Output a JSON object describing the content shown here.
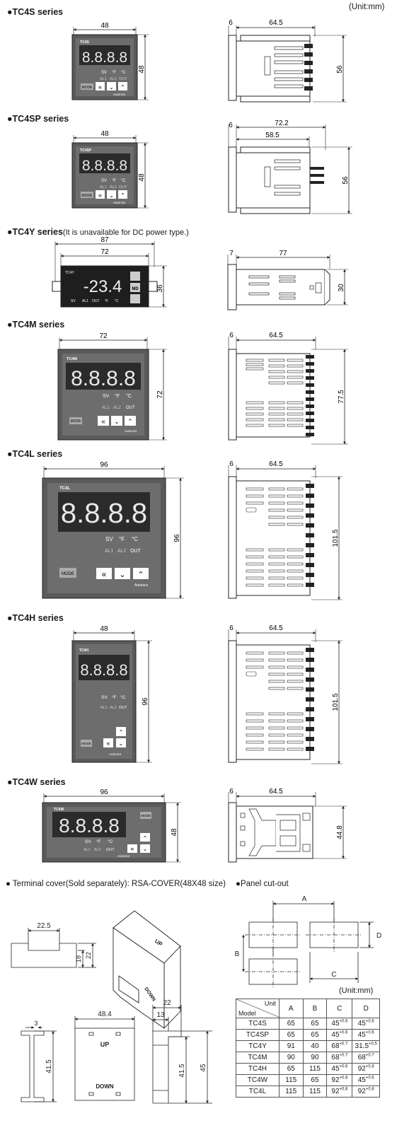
{
  "unit_label": "(Unit:mm)",
  "brand": "Autonics",
  "panel_labels": {
    "sv": "SV",
    "f": "°F",
    "c": "°C",
    "al1": "AL1",
    "al2": "AL2",
    "out": "OUT",
    "mode": "MODE",
    "md": "MD"
  },
  "sections": [
    {
      "id": "tc4s",
      "title": "●TC4S series",
      "model": "TC4S",
      "digits": "8.8.8.8",
      "front_w": "48",
      "front_h": "48",
      "side_a": "6",
      "side_b": "64.5",
      "side_h": "56"
    },
    {
      "id": "tc4sp",
      "title": "●TC4SP series",
      "model": "TC4SP",
      "digits": "8.8.8.8",
      "front_w": "48",
      "front_h": "48",
      "side_a": "6",
      "side_b": "72.2",
      "side_c": "58.5",
      "side_h": "56"
    },
    {
      "id": "tc4y",
      "title": "●TC4Y series",
      "note": "(It is unavailable for DC power type.)",
      "model": "TC4Y",
      "digits": "-23.4",
      "front_w_outer": "87",
      "front_w": "72",
      "front_h": "36",
      "side_a": "7",
      "side_b": "77",
      "side_h": "30"
    },
    {
      "id": "tc4m",
      "title": "●TC4M series",
      "model": "TC4M",
      "digits": "8.8.8.8",
      "front_w": "72",
      "front_h": "72",
      "side_a": "6",
      "side_b": "64.5",
      "side_h": "77.5"
    },
    {
      "id": "tc4l",
      "title": "●TC4L series",
      "model": "TC4L",
      "digits": "8.8.8.8",
      "front_w": "96",
      "front_h": "96",
      "side_a": "6",
      "side_b": "64.5",
      "side_h": "101.5"
    },
    {
      "id": "tc4h",
      "title": "●TC4H series",
      "model": "TC4H",
      "digits": "8.8.8.8",
      "front_w": "48",
      "front_h": "96",
      "side_a": "6",
      "side_b": "64.5",
      "side_h": "101.5"
    },
    {
      "id": "tc4w",
      "title": "●TC4W series",
      "model": "TC4W",
      "digits": "8.8.8.8",
      "front_w": "96",
      "front_h": "48",
      "side_a": "6",
      "side_b": "64.5",
      "side_h": "44.8"
    }
  ],
  "terminal_cover": {
    "title": "● Terminal cover(Sold separately): RSA-COVER(48X48 size)",
    "dims": {
      "w1": "22.5",
      "h1": "18",
      "h2": "22",
      "t": "3",
      "w2": "48.4",
      "h3": "41.5",
      "w3": "22",
      "w4": "13",
      "h4": "41.5",
      "h5": "45"
    },
    "up": "UP",
    "down": "DOWN"
  },
  "panel_cutout": {
    "title": "●Panel cut-out",
    "labels": {
      "a": "A",
      "b": "B",
      "c": "C",
      "d": "D"
    },
    "unit_label": "(Unit:mm)",
    "header": {
      "unit": "Unit",
      "model": "Model",
      "a": "A",
      "b": "B",
      "c": "C",
      "d": "D"
    },
    "rows": [
      {
        "model": "TC4S",
        "a": "65",
        "b": "65",
        "c": "45",
        "c_tol": "+0.6",
        "d": "45",
        "d_tol": "+0.6"
      },
      {
        "model": "TC4SP",
        "a": "65",
        "b": "65",
        "c": "45",
        "c_tol": "+0.6",
        "d": "45",
        "d_tol": "+0.6"
      },
      {
        "model": "TC4Y",
        "a": "91",
        "b": "40",
        "c": "68",
        "c_tol": "+0.7",
        "d": "31.5",
        "d_tol": "+0.5"
      },
      {
        "model": "TC4M",
        "a": "90",
        "b": "90",
        "c": "68",
        "c_tol": "+0.7",
        "d": "68",
        "d_tol": "+0.7"
      },
      {
        "model": "TC4H",
        "a": "65",
        "b": "115",
        "c": "45",
        "c_tol": "+0.6",
        "d": "92",
        "d_tol": "+0.8"
      },
      {
        "model": "TC4W",
        "a": "115",
        "b": "65",
        "c": "92",
        "c_tol": "+0.8",
        "d": "45",
        "d_tol": "+0.6"
      },
      {
        "model": "TC4L",
        "a": "115",
        "b": "115",
        "c": "92",
        "c_tol": "+0.8",
        "d": "92",
        "d_tol": "+0.8"
      }
    ]
  },
  "colors": {
    "bezel": "#5a5a5a",
    "face": "#6d6d6d",
    "display": "#2b2b2b",
    "digit": "#f2f2f2",
    "line": "#222222"
  }
}
